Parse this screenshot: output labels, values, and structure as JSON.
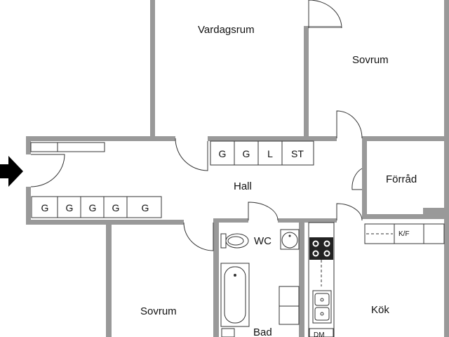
{
  "rooms": {
    "vardagsrum": "Vardagsrum",
    "sovrum_upper": "Sovrum",
    "hall": "Hall",
    "forrad": "Förråd",
    "sovrum_lower": "Sovrum",
    "wc": "WC",
    "kok": "Kök",
    "bad": "Bad"
  },
  "hall_closets_top": [
    "G",
    "G",
    "L",
    "ST"
  ],
  "hall_closets_left": [
    "G",
    "G",
    "G",
    "G",
    "G"
  ],
  "kitchen": {
    "fridge_freezer": "K/F",
    "dishwasher": "DM"
  },
  "entrance_icon": "entrance-arrow-icon"
}
